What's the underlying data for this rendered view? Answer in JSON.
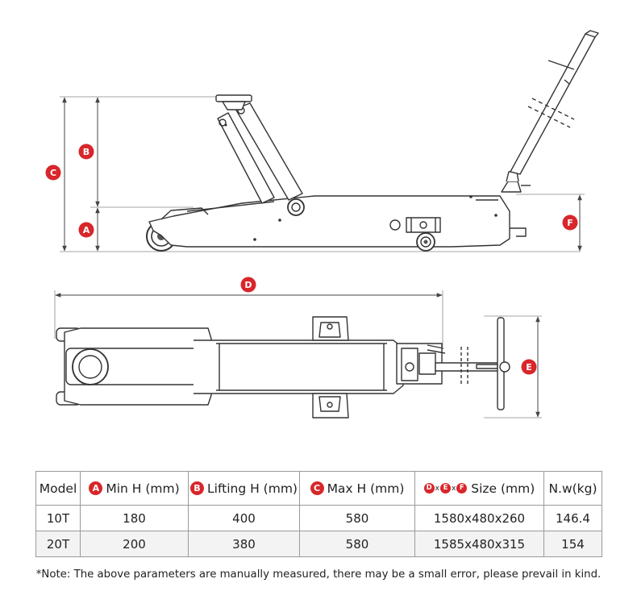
{
  "labels": {
    "a": "A",
    "b": "B",
    "c": "C",
    "d": "D",
    "e": "E",
    "f": "F"
  },
  "table": {
    "headers": {
      "model": "Model",
      "min_h": "Min H (mm)",
      "lifting_h": "Lifting H (mm)",
      "max_h": "Max H (mm)",
      "size_sep": "x",
      "size": "Size (mm)",
      "weight": "N.w(kg)"
    },
    "rows": [
      {
        "model": "10T",
        "min_h": "180",
        "lifting_h": "400",
        "max_h": "580",
        "size": "1580x480x260",
        "weight": "146.4"
      },
      {
        "model": "20T",
        "min_h": "200",
        "lifting_h": "380",
        "max_h": "580",
        "size": "1585x480x315",
        "weight": "154"
      }
    ]
  },
  "note": "*Note: The above parameters are manually measured, there may be a small error, please prevail in kind.",
  "colors": {
    "badge": "#d8262b",
    "line": "#333333",
    "dim": "#444444"
  }
}
